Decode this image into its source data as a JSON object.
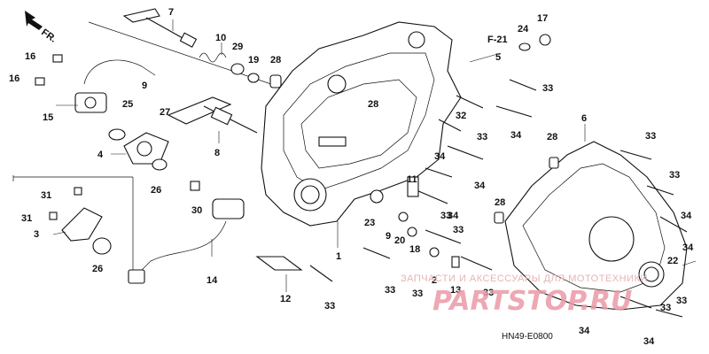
{
  "diagram": {
    "direction_label": "FR.",
    "section_ref": "F-21",
    "drawing_code": "HN49-E0800",
    "watermark_text": "ЗАПЧАСТИ И АКСЕССУАРЫ ДЛЯ МОТОТЕХНИКИ",
    "watermark_logo": "PARTSTOP.RU",
    "callouts": [
      {
        "id": "c7",
        "text": "7"
      },
      {
        "id": "c10",
        "text": "10"
      },
      {
        "id": "c29",
        "text": "29"
      },
      {
        "id": "c19",
        "text": "19"
      },
      {
        "id": "c28a",
        "text": "28"
      },
      {
        "id": "c16a",
        "text": "16"
      },
      {
        "id": "c16b",
        "text": "16"
      },
      {
        "id": "c15",
        "text": "15"
      },
      {
        "id": "c25",
        "text": "25"
      },
      {
        "id": "c27",
        "text": "27"
      },
      {
        "id": "c9",
        "text": "9"
      },
      {
        "id": "c4",
        "text": "4"
      },
      {
        "id": "c26a",
        "text": "26"
      },
      {
        "id": "c8",
        "text": "8"
      },
      {
        "id": "c31a",
        "text": "31"
      },
      {
        "id": "c31b",
        "text": "31"
      },
      {
        "id": "c3",
        "text": "3"
      },
      {
        "id": "c26b",
        "text": "26"
      },
      {
        "id": "c30",
        "text": "30"
      },
      {
        "id": "c14",
        "text": "14"
      },
      {
        "id": "c12",
        "text": "12"
      },
      {
        "id": "c33a",
        "text": "33"
      },
      {
        "id": "c1",
        "text": "1"
      },
      {
        "id": "c28b",
        "text": "28"
      },
      {
        "id": "c32",
        "text": "32"
      },
      {
        "id": "c33b",
        "text": "33"
      },
      {
        "id": "c33c",
        "text": "33"
      },
      {
        "id": "c34a",
        "text": "34"
      },
      {
        "id": "c34b",
        "text": "34"
      },
      {
        "id": "c11",
        "text": "11"
      },
      {
        "id": "c34c",
        "text": "34"
      },
      {
        "id": "c23",
        "text": "23"
      },
      {
        "id": "c9b",
        "text": "9"
      },
      {
        "id": "c20",
        "text": "20"
      },
      {
        "id": "c18",
        "text": "18"
      },
      {
        "id": "c33d",
        "text": "33"
      },
      {
        "id": "c33e",
        "text": "33"
      },
      {
        "id": "c2",
        "text": "2"
      },
      {
        "id": "c13",
        "text": "13"
      },
      {
        "id": "c33f",
        "text": "33"
      },
      {
        "id": "c33g",
        "text": "33"
      },
      {
        "id": "c24",
        "text": "24"
      },
      {
        "id": "c17",
        "text": "17"
      },
      {
        "id": "c5",
        "text": "5"
      },
      {
        "id": "c33h",
        "text": "33"
      },
      {
        "id": "c34d",
        "text": "34"
      },
      {
        "id": "c6",
        "text": "6"
      },
      {
        "id": "c28c",
        "text": "28"
      },
      {
        "id": "c33i",
        "text": "33"
      },
      {
        "id": "c33j",
        "text": "33"
      },
      {
        "id": "c34e",
        "text": "34"
      },
      {
        "id": "c34f",
        "text": "34"
      },
      {
        "id": "c28d",
        "text": "28"
      },
      {
        "id": "c22",
        "text": "22"
      },
      {
        "id": "c33k",
        "text": "33"
      },
      {
        "id": "c33l",
        "text": "33"
      },
      {
        "id": "c34g",
        "text": "34"
      },
      {
        "id": "c34h",
        "text": "34"
      }
    ]
  }
}
